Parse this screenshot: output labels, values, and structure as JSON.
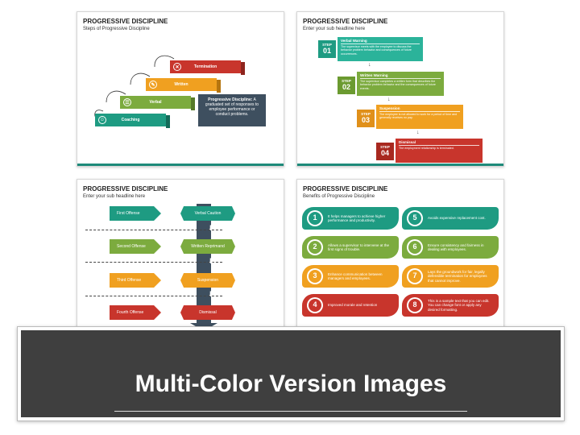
{
  "slides": {
    "s1": {
      "title": "PROGRESSIVE DISCIPLINE",
      "subtitle": "Steps of Progressive Discipline",
      "steps": [
        "Termination",
        "Written",
        "Verbal",
        "Coaching"
      ],
      "callout_bold": "Progressive Discipline:",
      "callout_text": " A graduated set of responses to employee performance or conduct problems."
    },
    "s2": {
      "title": "PROGRESSIVE DISCIPLINE",
      "subtitle": "Enter your sub headline here",
      "step_label": "STEP",
      "steps": [
        {
          "num": "01",
          "heading": "Verbal Warning",
          "text": "The supervisor meets with the employee to discuss the behavior problem behavior and consequences of future occurrences."
        },
        {
          "num": "02",
          "heading": "Written Warning",
          "text": "The supervisor completes a written form that describes the behavior problem behavior and the consequences of future events."
        },
        {
          "num": "03",
          "heading": "Suspension",
          "text": "The employee is not allowed to work for a period of time and generally receives no pay."
        },
        {
          "num": "04",
          "heading": "Dismissal",
          "text": "The employment relationship is terminated."
        }
      ]
    },
    "s3": {
      "title": "PROGRESSIVE DISCIPLINE",
      "subtitle": "Enter your sub headline here",
      "offenses": [
        "First Offense",
        "Second Offense",
        "Third Offense",
        "Fourth Offense"
      ],
      "actions": [
        "Verbal Caution",
        "Written Reprimand",
        "Suspension",
        "Dismissal"
      ]
    },
    "s4": {
      "title": "PROGRESSIVE DISCIPLINE",
      "subtitle": "Benefits of Progressive Discipline",
      "benefits": [
        {
          "n": "1",
          "text": "It helps managers to achieve higher performance and productivity."
        },
        {
          "n": "2",
          "text": "Allows a supervisor to intervene at the first signs of trouble."
        },
        {
          "n": "3",
          "text": "Enhance communication between managers and employees."
        },
        {
          "n": "4",
          "text": "Improved morale and retention"
        },
        {
          "n": "5",
          "text": "Avoids expensive replacement cost."
        },
        {
          "n": "6",
          "text": "Ensure consistency and fairness in dealing with employees."
        },
        {
          "n": "7",
          "text": "Lays the groundwork for fair, legally defensible termination for employees that cannot improve."
        },
        {
          "n": "8",
          "text": "This is a sample text that you can edit. You can change font or apply any desired formatting."
        }
      ]
    }
  },
  "banner": {
    "text": "Multi-Color Version Images"
  },
  "colors": {
    "teal": "#1e9b82",
    "green": "#7cab3e",
    "orange": "#f0a020",
    "red": "#c8352c",
    "navy": "#3e4f5f"
  }
}
